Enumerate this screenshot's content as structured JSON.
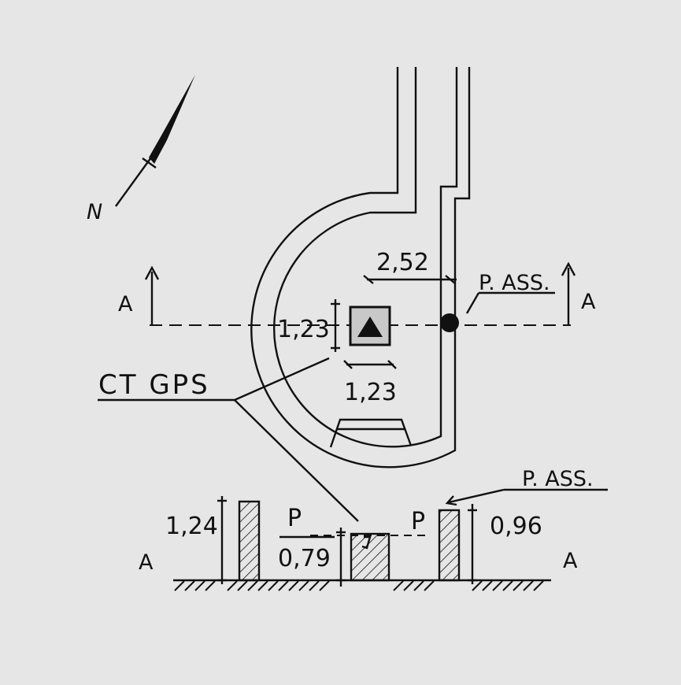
{
  "labels": {
    "north": "N",
    "section_left": "A",
    "section_right": "A",
    "pass_top": "P. ASS.",
    "pass_bottom": "P. ASS.",
    "ct_gps": "CT GPS",
    "dim_top_distance": "2,52",
    "dim_marker_height": "1,23",
    "dim_marker_width": "1,23",
    "section_a_left": "A",
    "section_a_right": "A",
    "dim_left_height": "1,24",
    "p_left": "P",
    "dim_center": "0,79",
    "p_right": "P",
    "dim_right_height": "0,96"
  },
  "colors": {
    "background": "#e6e6e6",
    "ink": "#111111",
    "marker_fill": "#c8c8c8"
  }
}
